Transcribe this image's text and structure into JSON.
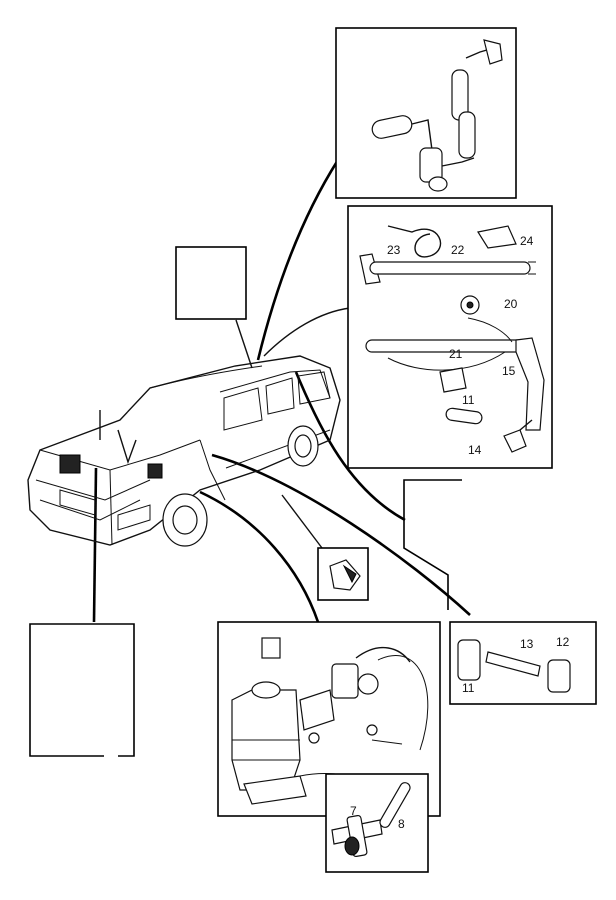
{
  "parts": {
    "p7": "7",
    "p8": "8",
    "p11a": "11",
    "p11b": "11",
    "p12": "12",
    "p13": "13",
    "p14": "14",
    "p15": "15",
    "p20": "20",
    "p21": "21",
    "p22": "22",
    "p23": "23",
    "p24": "24"
  }
}
